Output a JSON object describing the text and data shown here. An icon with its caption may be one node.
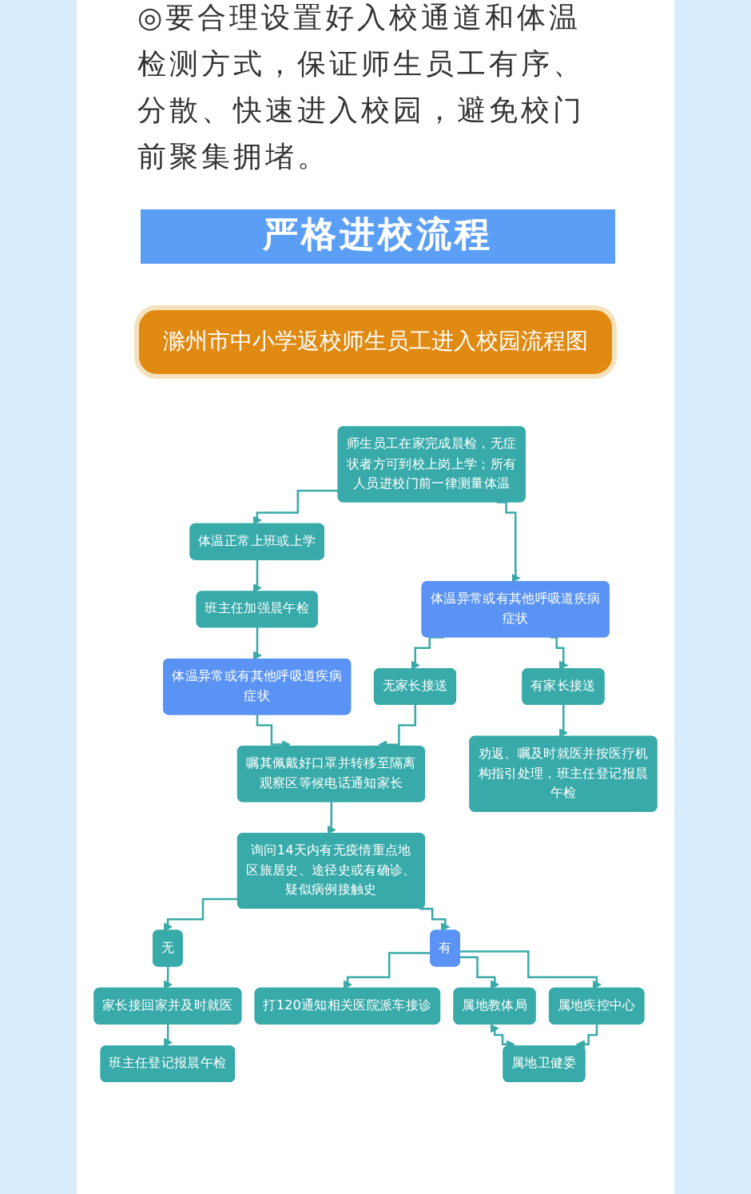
{
  "diagram": {
    "title": "滁州市中小学返校师生员工进入校园流程图",
    "labels": [
      "◎要合理设置好入校通道和体温检测方式，保证师生员工有序、分散、快速进入校园，避免校门前聚集拥堵。",
      "严格进校流程"
    ],
    "nodes": [
      {
        "text": [
          "师生员工在家完成晨检，无症状者方可到校上岗上学；所有人员进校门前一律测量体温"
        ]
      },
      {
        "text": [
          "体温正常上班或上学"
        ]
      },
      {
        "text": [
          "体温异常或有其他呼吸道疾病症状"
        ]
      },
      {
        "text": [
          "班主任加强晨午检"
        ]
      },
      {
        "text": [
          "无家长接送"
        ]
      },
      {
        "text": [
          "有家长接送"
        ]
      },
      {
        "text": [
          "体温异常或有其他呼吸道疾病症状"
        ]
      },
      {
        "text": [
          "劝返、嘱及时就医并按医疗机构指引处理，班主任登记报晨午检"
        ]
      },
      {
        "text": [
          "嘱其佩戴好口罩并转移至隔离观察区等候电话通知家长"
        ]
      },
      {
        "text": [
          "询问14天内有无疫情重点地区旅居史、途径史或有确诊、疑似病例接触史"
        ]
      },
      {
        "text": [
          "无"
        ]
      },
      {
        "text": [
          "有"
        ]
      },
      {
        "text": [
          "家长接回家并及时就医"
        ]
      },
      {
        "text": [
          "打120通知相关医院派车接诊"
        ]
      },
      {
        "text": [
          "属地教体局"
        ]
      },
      {
        "text": [
          "属地疾控中心"
        ]
      },
      {
        "text": [
          "班主任登记报晨午检"
        ]
      },
      {
        "text": [
          "属地卫健委"
        ]
      }
    ],
    "edges": [
      {
        "from": 0,
        "to": 1,
        "arrow": "to"
      },
      {
        "from": 0,
        "to": 2,
        "arrow": "to"
      },
      {
        "from": 1,
        "to": 3,
        "arrow": "to"
      },
      {
        "from": 2,
        "to": 4,
        "arrow": "to"
      },
      {
        "from": 2,
        "to": 5,
        "arrow": "to"
      },
      {
        "from": 3,
        "to": 6,
        "arrow": "to"
      },
      {
        "from": 5,
        "to": 7,
        "arrow": "to"
      },
      {
        "from": 6,
        "to": 8,
        "arrow": "to"
      },
      {
        "from": 4,
        "to": 8,
        "arrow": "to"
      },
      {
        "from": 8,
        "to": 9,
        "arrow": "to"
      },
      {
        "from": 9,
        "to": 10,
        "arrow": "to"
      },
      {
        "from": 9,
        "to": 11,
        "arrow": "to"
      },
      {
        "from": 10,
        "to": 12,
        "arrow": "to"
      },
      {
        "from": 11,
        "to": 13,
        "arrow": "to"
      },
      {
        "from": 11,
        "to": 14,
        "arrow": "to"
      },
      {
        "from": 11,
        "to": 15,
        "arrow": "to"
      },
      {
        "from": 12,
        "to": 16,
        "arrow": "to"
      },
      {
        "from": 14,
        "to": 17,
        "arrow": "both"
      },
      {
        "from": 15,
        "to": 17,
        "arrow": "to"
      }
    ]
  }
}
